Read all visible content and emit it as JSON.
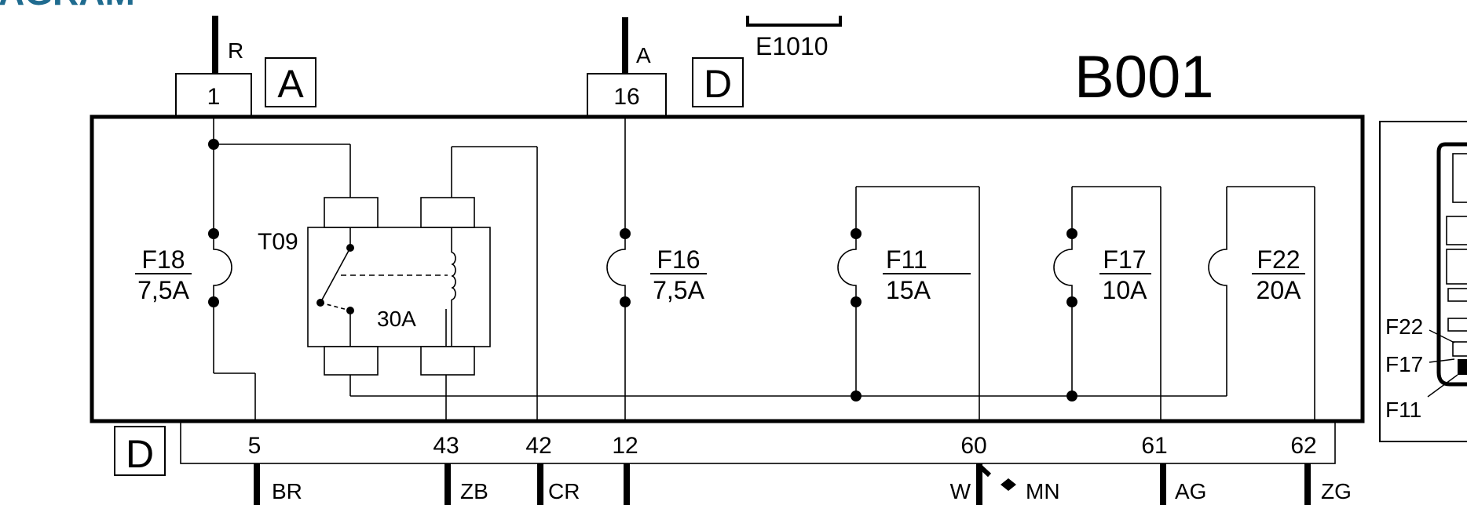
{
  "heading": "AGRAM",
  "module": "B001",
  "reference": "E1010",
  "top_connectors": [
    {
      "id": "conn-1",
      "pin": "1",
      "wire": "R",
      "connector": "A"
    },
    {
      "id": "conn-16",
      "pin": "16",
      "wire": "A",
      "connector": "D"
    }
  ],
  "bottom_connector": "D",
  "relay": {
    "name": "T09",
    "rating": "30A"
  },
  "fuses": [
    {
      "id": "f18",
      "name": "F18",
      "rating": "7,5A"
    },
    {
      "id": "f16",
      "name": "F16",
      "rating": "7,5A"
    },
    {
      "id": "f11",
      "name": "F11",
      "rating": "15A"
    },
    {
      "id": "f17",
      "name": "F17",
      "rating": "10A"
    },
    {
      "id": "f22",
      "name": "F22",
      "rating": "20A"
    }
  ],
  "bottom_pins": [
    {
      "id": "p5",
      "pin": "5",
      "wire": "BR"
    },
    {
      "id": "p43",
      "pin": "43",
      "wire": "ZB"
    },
    {
      "id": "p42",
      "pin": "42",
      "wire": "CR"
    },
    {
      "id": "p12",
      "pin": "12",
      "wire": ""
    },
    {
      "id": "p60",
      "pin": "60",
      "wire": "W",
      "wire2": "MN"
    },
    {
      "id": "p61",
      "pin": "61",
      "wire": "AG"
    },
    {
      "id": "p62",
      "pin": "62",
      "wire": "ZG"
    }
  ],
  "locator_labels": [
    "F22",
    "F17",
    "F11"
  ]
}
